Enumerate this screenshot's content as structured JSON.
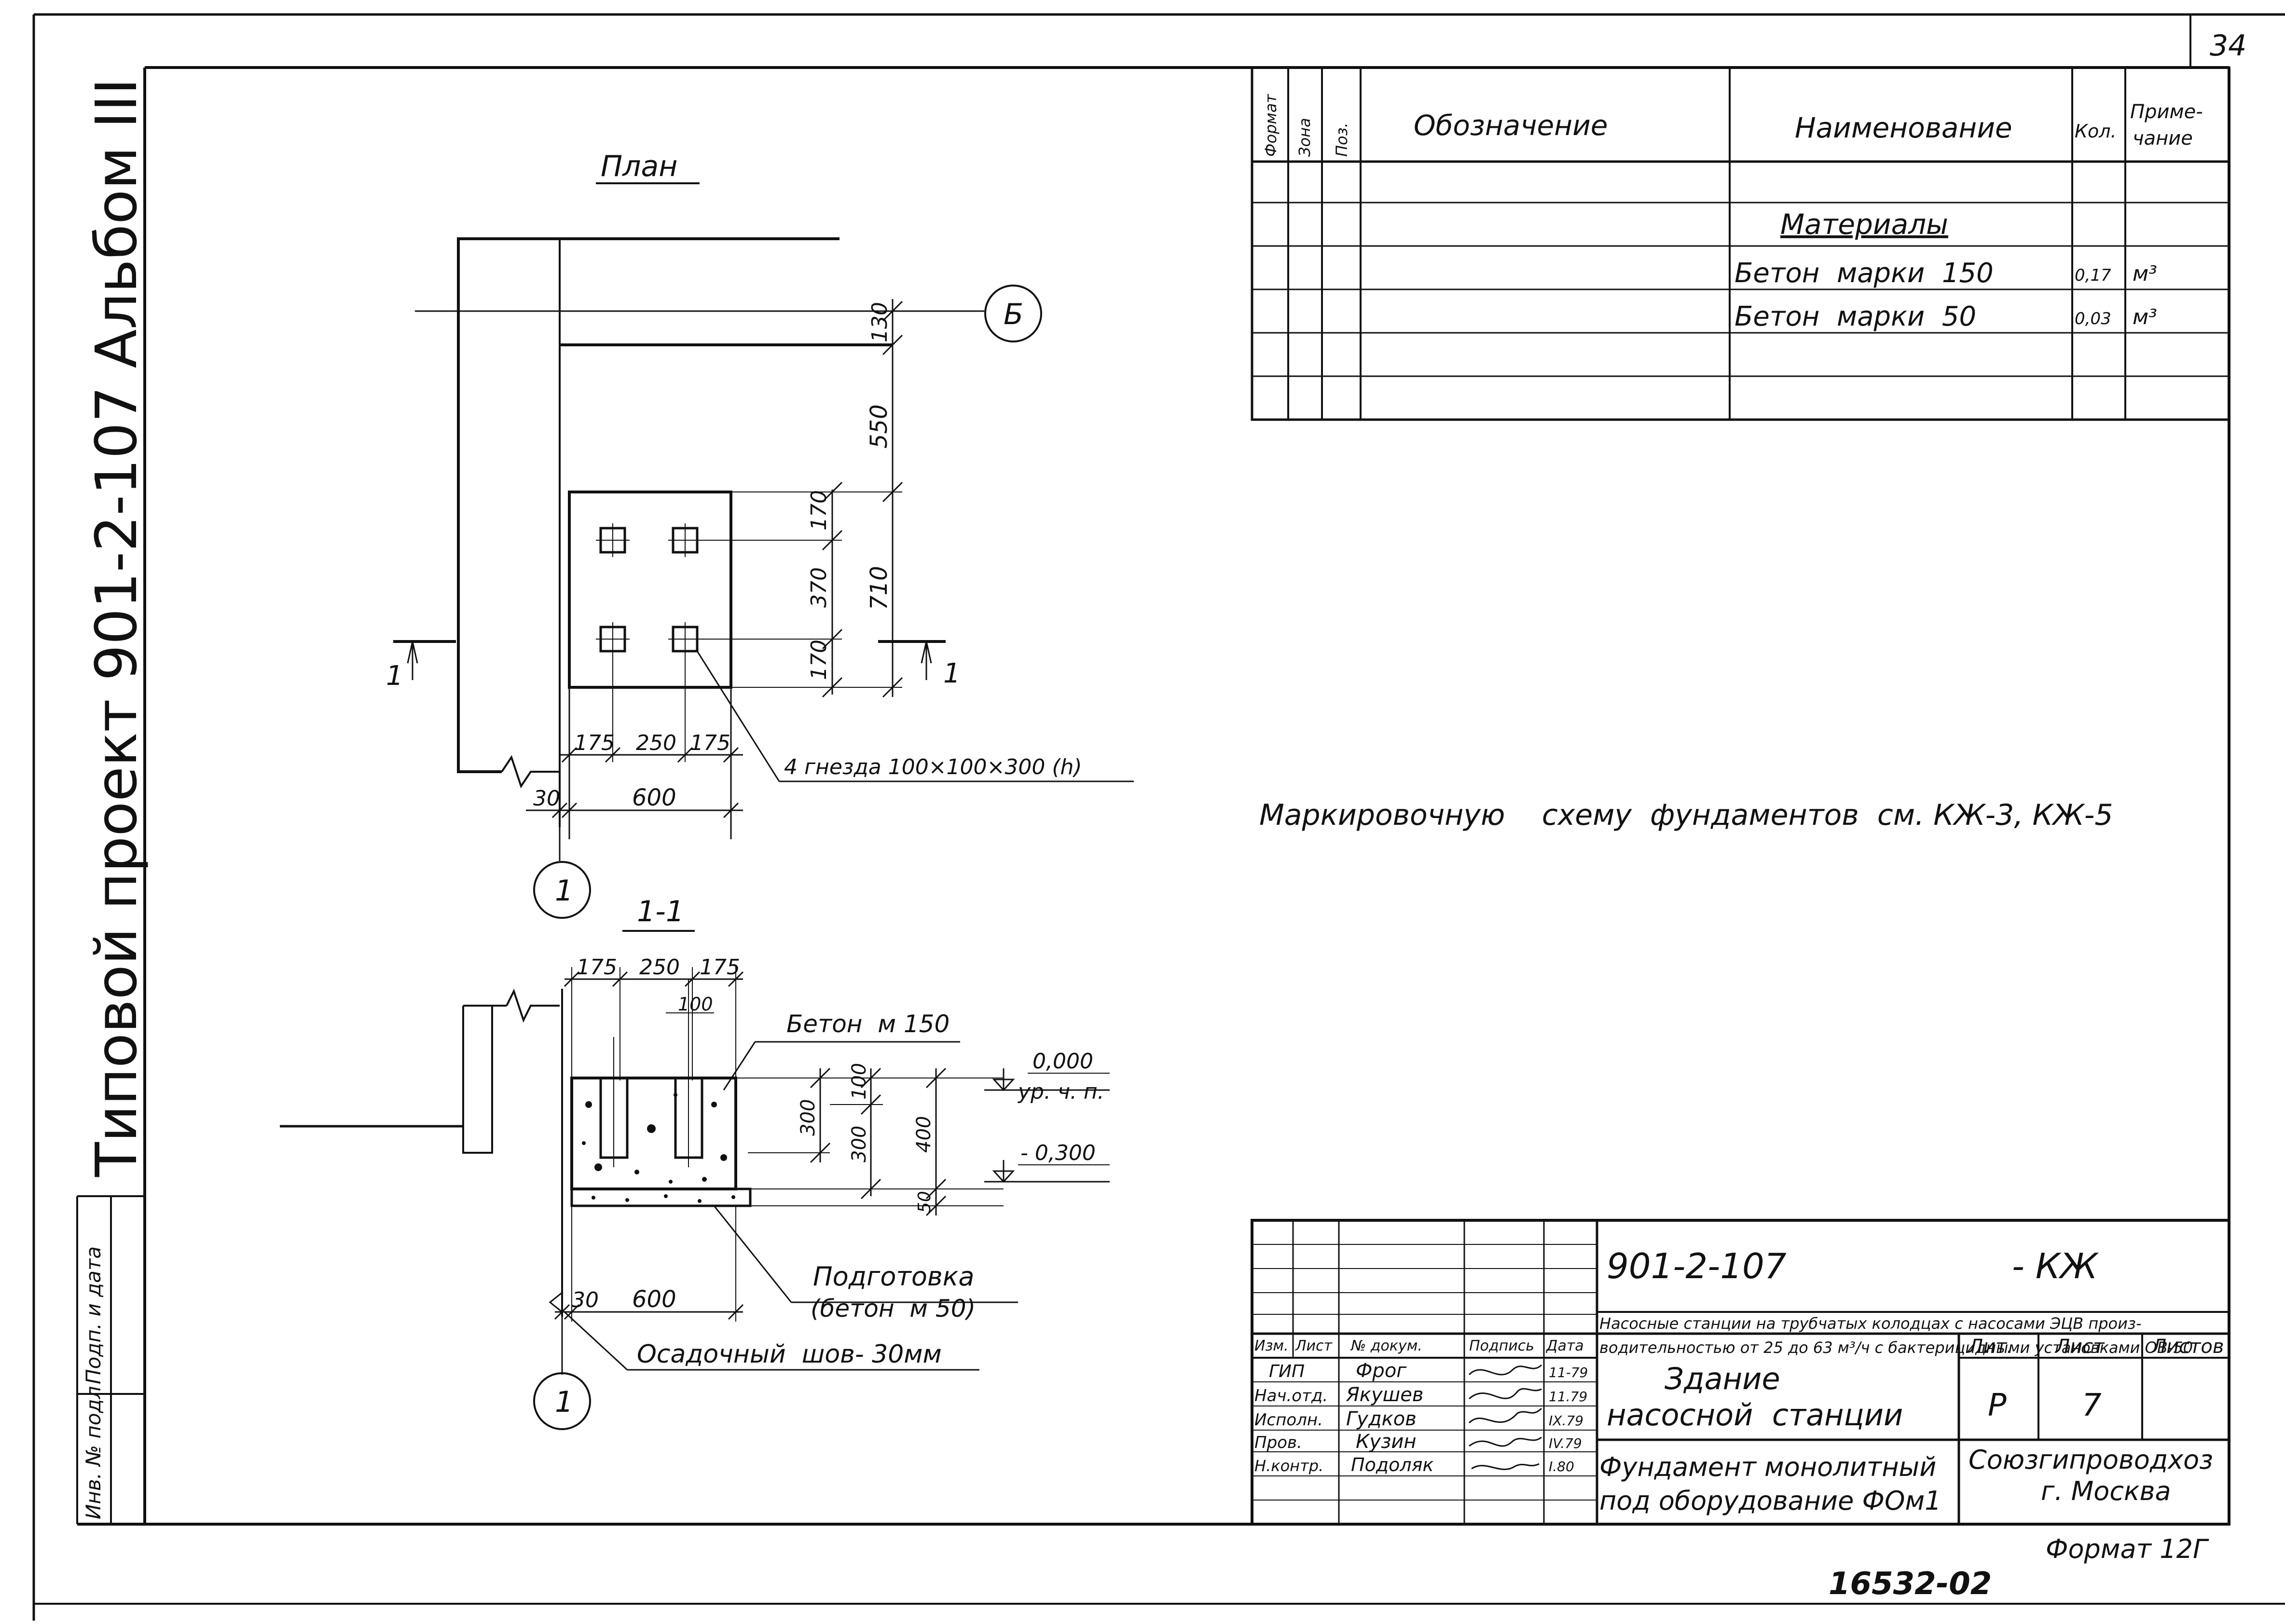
{
  "sheet": {
    "page_number": "34",
    "album_title": "Типовой проект 901-2-107 Альбом III",
    "side_stamp": [
      "Инв. № подл",
      "Подп. и дата"
    ],
    "format_note": "Формат 12Г",
    "archive_number": "16532-02"
  },
  "spec_table": {
    "headers": {
      "format": "Формат",
      "zone": "Зона",
      "pos": "Поз.",
      "designation": "Обозначение",
      "name": "Наименование",
      "qty": "Кол.",
      "note": "Приме-\nчание"
    },
    "section_title": "Материалы",
    "rows": [
      {
        "name": "Бетон  марки  150",
        "qty": "0,17",
        "unit": "м³"
      },
      {
        "name": "Бетон  марки  50",
        "qty": "0,03",
        "unit": "м³"
      }
    ]
  },
  "plan_view": {
    "title": "План",
    "axis_b": "Б",
    "axis_1": "1",
    "section_mark": "1",
    "dims_vertical": [
      "130",
      "550",
      "170",
      "370",
      "710",
      "170"
    ],
    "dims_horizontal": [
      "175",
      "250",
      "175"
    ],
    "width": "600",
    "offset": "30",
    "sockets_note": "4 гнезда  100×100×300 (h)"
  },
  "section_view": {
    "title": "1-1",
    "axis_1": "1",
    "dims_top": [
      "175",
      "250",
      "175"
    ],
    "socket_width": "100",
    "concrete_label": "Бетон  м 150",
    "level_top": "0,000",
    "level_top_note": "ур. ч. п.",
    "level_bottom": "- 0,300",
    "dims_vertical": [
      "100",
      "300",
      "300",
      "400",
      "50"
    ],
    "width": "600",
    "offset": "30",
    "prep_label_1": "Подготовка",
    "prep_label_2": "(бетон  м 50)",
    "joint_label": "Осадочный  шов- 30мм"
  },
  "note_marking": "Маркировочную    схему  фундаментов  см. КЖ-3, КЖ-5",
  "title_block": {
    "code": "901-2-107",
    "mark": "- КЖ",
    "project_line_1": "Насосные станции на трубчатых колодцах с насосами ЭЦВ произ-",
    "project_line_2": "водительностью от 25 до 63 м³/ч с бактерицидными установками ОВ-50",
    "col_headers": [
      "Изм.",
      "Лист",
      "№ докум.",
      "Подпись",
      "Дата"
    ],
    "people": [
      {
        "role": "ГИП",
        "name": "Фрог",
        "date": "11-79"
      },
      {
        "role": "Нач.отд.",
        "name": "Якушев",
        "date": "11.79"
      },
      {
        "role": "Исполн.",
        "name": "Гудков",
        "date": "IX.79"
      },
      {
        "role": "Пров.",
        "name": "Кузин",
        "date": "IV.79"
      },
      {
        "role": "Н.контр.",
        "name": "Подоляк",
        "date": "I.80"
      }
    ],
    "building": "Здание\nнасосной  станции",
    "sheet_title": "Фундамент монолитный\nпод оборудование ФОм1",
    "lit_label": "Лит.",
    "sheet_label": "Лист",
    "sheets_label": "Листов",
    "lit_value": "Р",
    "sheet_value": "7",
    "org": "Союзгипроводхоз\nг. Москва"
  }
}
